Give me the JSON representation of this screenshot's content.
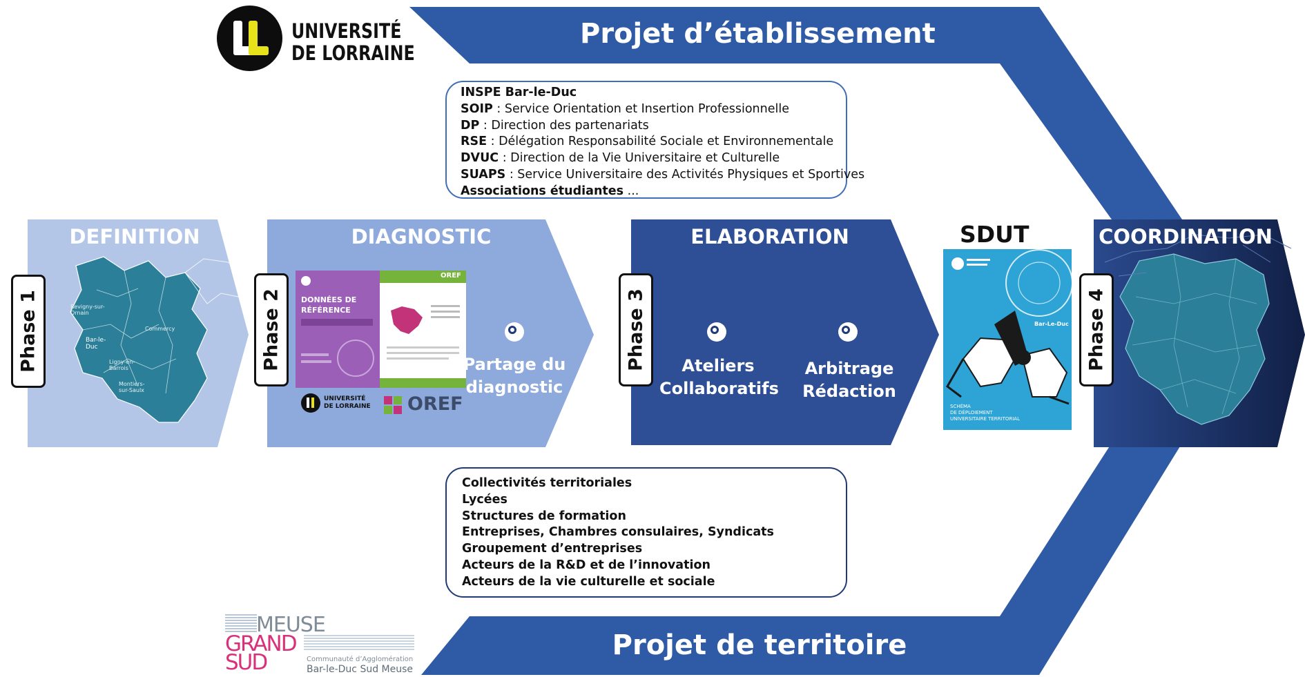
{
  "banners": {
    "top": "Projet d’établissement",
    "bottom": "Projet de territoire"
  },
  "logos": {
    "ul_line1": "UNIVERSITÉ",
    "ul_line2": "DE LORRAINE",
    "mgs_meuse": "MEUSE",
    "mgs_grand": "GRAND",
    "mgs_sud": "SUD",
    "mgs_sub1": "Communauté d’Agglomération",
    "mgs_sub2": "Bar-le-Duc Sud Meuse"
  },
  "phases": [
    {
      "tag": "Phase 1",
      "title": "DEFINITION"
    },
    {
      "tag": "Phase 2",
      "title": "DIAGNOSTIC"
    },
    {
      "tag": "Phase 3",
      "title": "ELABORATION"
    },
    {
      "tag": "Phase 4",
      "title": "COORDINATION"
    }
  ],
  "sdut_title": "SDUT",
  "steps": {
    "partage_1": "Partage du",
    "partage_2": "diagnostic",
    "ateliers_1": "Ateliers",
    "ateliers_2": "Collaboratifs",
    "arbitrage_1": "Arbitrage",
    "arbitrage_2": "Rédaction"
  },
  "top_box": [
    {
      "bold": "INSPE Bar-le-Duc",
      "rest": ""
    },
    {
      "bold": "SOIP",
      "rest": " : Service Orientation et Insertion Professionnelle"
    },
    {
      "bold": "DP",
      "rest": " : Direction des partenariats"
    },
    {
      "bold": "RSE",
      "rest": " : Délégation Responsabilité Sociale et Environnementale"
    },
    {
      "bold": "DVUC",
      "rest": " : Direction de la Vie Universitaire et Culturelle"
    },
    {
      "bold": "SUAPS",
      "rest": " : Service Universitaire des Activités Physiques et Sportives"
    },
    {
      "bold": "Associations étudiantes",
      "rest": " ..."
    }
  ],
  "bottom_box": [
    "Collectivités territoriales",
    "Lycées",
    "Structures de formation",
    "Entreprises, Chambres consulaires, Syndicats",
    "Groupement d’entreprises",
    "Acteurs de la R&D et de l’innovation",
    "Acteurs de la vie culturelle et sociale"
  ],
  "diagnostic_docs": {
    "purple_title_1": "DONNÉES DE",
    "purple_title_2": "RÉFÉRENCE",
    "oref_small": "OREF",
    "ul_small_1": "UNIVERSITÉ",
    "ul_small_2": "DE LORRAINE",
    "oref_logo": "OREF"
  },
  "sdut_cover": {
    "place": "Bar-Le-Duc",
    "caption_1": "SCHÉMA",
    "caption_2": "DE DÉPLOIEMENT",
    "caption_3": "UNIVERSITAIRE TERRITORIAL"
  },
  "map_labels": [
    "Revigny-sur-Ornain",
    "Bar-le-Duc",
    "Commercy",
    "Ligny-en-Barrois",
    "Montiers-sur-Saulx"
  ],
  "colors": {
    "banner": "#2f5aa6",
    "definition": "#b4c6e7",
    "diagnostic": "#8ea9db",
    "elaboration": "#2e4f95",
    "coordination": "#1b2f5e",
    "map": "#2b7f98",
    "sdut_cover": "#2ea3d6"
  }
}
